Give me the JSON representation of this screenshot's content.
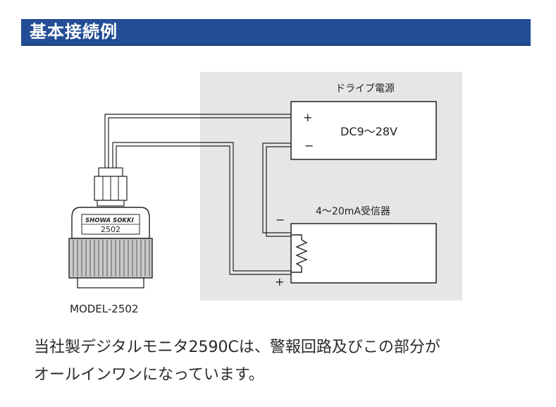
{
  "section": {
    "title": "基本接続例"
  },
  "diagram": {
    "power_supply": {
      "label": "ドライブ電源",
      "voltage": "DC9～28V",
      "plus": "+",
      "minus": "−"
    },
    "receiver": {
      "label": "4～20mA受信器",
      "minus": "−",
      "plus": "+"
    },
    "sensor": {
      "brand": "SHOWA SOKKI",
      "number": "2502",
      "model": "MODEL-2502"
    }
  },
  "caption": {
    "line1": "当社製デジタルモニタ2590Cは、警報回路及びこの部分が",
    "line2": "オールインワンになっています。"
  }
}
